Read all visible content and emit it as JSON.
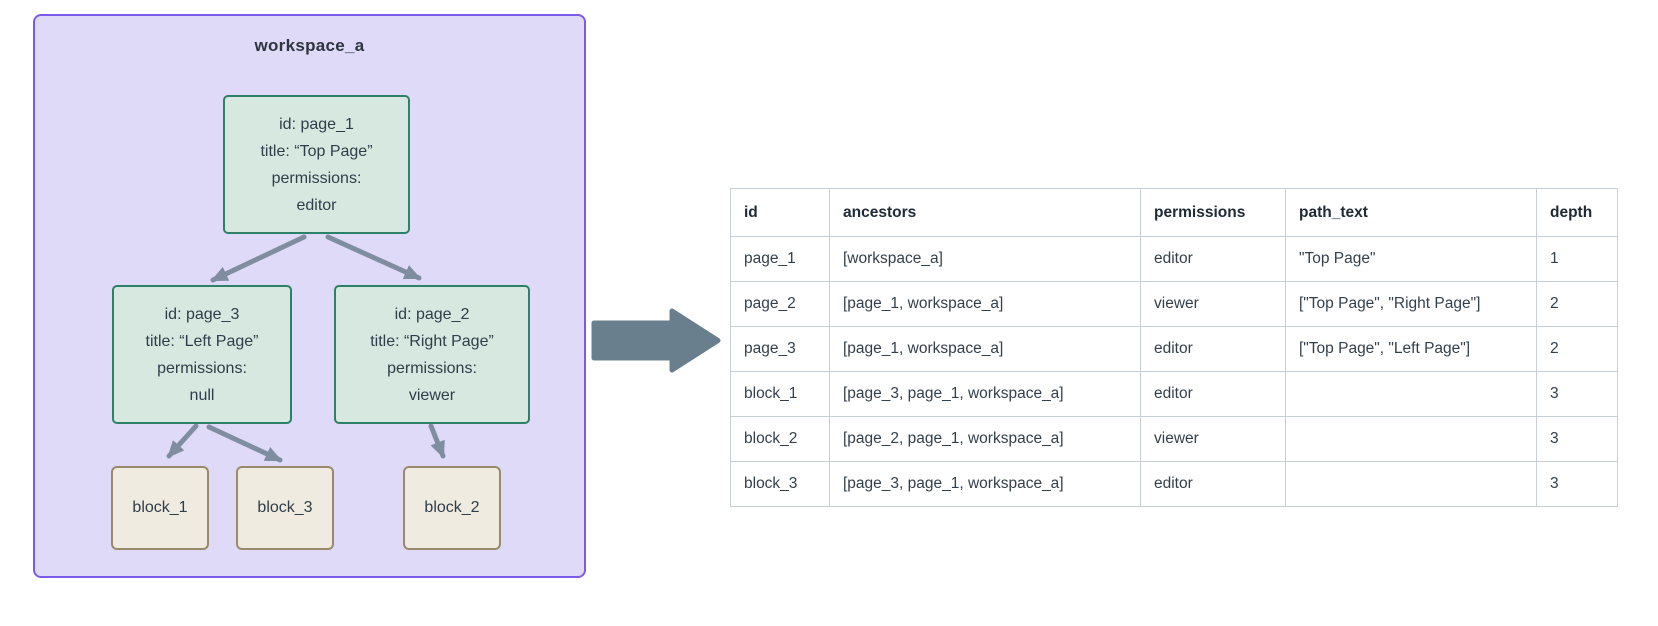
{
  "diagram": {
    "workspace_label": "workspace_a",
    "nodes": {
      "page_1": {
        "lines": [
          "id: page_1",
          "title: “Top Page”",
          "permissions:",
          "editor"
        ]
      },
      "page_3": {
        "lines": [
          "id: page_3",
          "title: “Left Page”",
          "permissions:",
          "null"
        ]
      },
      "page_2": {
        "lines": [
          "id: page_2",
          "title: “Right Page”",
          "permissions:",
          "viewer"
        ]
      },
      "block_1": {
        "label": "block_1"
      },
      "block_3": {
        "label": "block_3"
      },
      "block_2": {
        "label": "block_2"
      }
    },
    "edges": [
      {
        "from": "page_1",
        "to": "page_3"
      },
      {
        "from": "page_1",
        "to": "page_2"
      },
      {
        "from": "page_3",
        "to": "block_1"
      },
      {
        "from": "page_3",
        "to": "block_3"
      },
      {
        "from": "page_2",
        "to": "block_2"
      }
    ],
    "colors": {
      "workspace_fill": "#dedaf7",
      "workspace_border": "#7a5ce8",
      "page_fill": "#d7e8e0",
      "page_border": "#2d8166",
      "block_fill": "#f0ebe0",
      "block_border": "#998a6e",
      "edge": "#7f8da0",
      "text": "#2f3d49"
    }
  },
  "connector": {
    "direction": "right",
    "color": "#6a7f8e"
  },
  "table": {
    "border_color": "#c9cfd7",
    "columns": [
      "id",
      "ancestors",
      "permissions",
      "path_text",
      "depth"
    ],
    "rows": [
      [
        "page_1",
        "[workspace_a]",
        "editor",
        "\"Top Page\"",
        "1"
      ],
      [
        "page_2",
        "[page_1, workspace_a]",
        "viewer",
        "[\"Top Page\", \"Right Page\"]",
        "2"
      ],
      [
        "page_3",
        "[page_1, workspace_a]",
        "editor",
        "[\"Top Page\", \"Left Page\"]",
        "2"
      ],
      [
        "block_1",
        "[page_3, page_1, workspace_a]",
        "editor",
        "",
        "3"
      ],
      [
        "block_2",
        "[page_2, page_1, workspace_a]",
        "viewer",
        "",
        "3"
      ],
      [
        "block_3",
        "[page_3, page_1, workspace_a]",
        "editor",
        "",
        "3"
      ]
    ]
  }
}
